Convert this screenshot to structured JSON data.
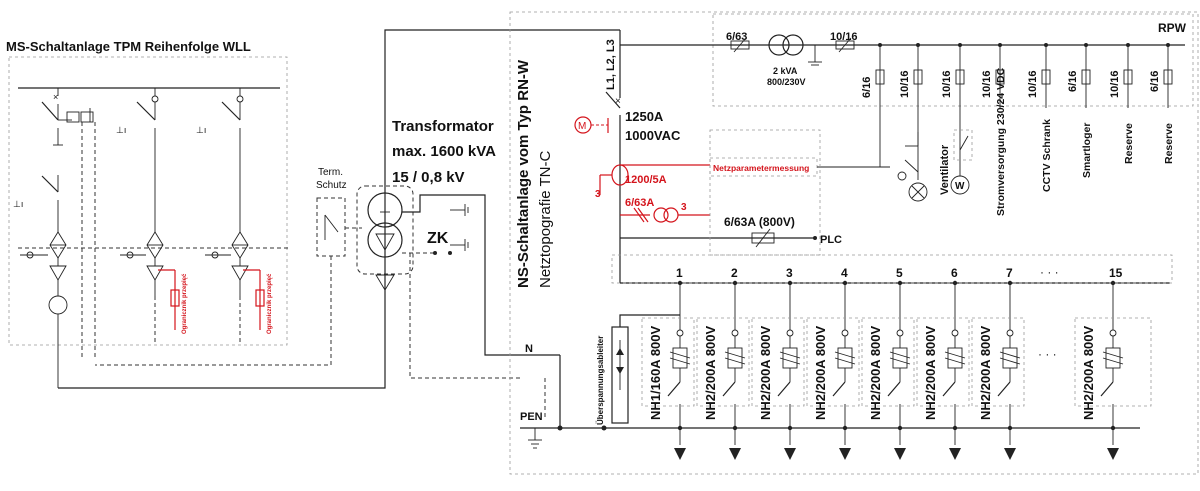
{
  "colors": {
    "line": "#222222",
    "accent_red": "#d4141c",
    "frame": "#999999"
  },
  "ms": {
    "title": "MS-Schaltanlage TPM Reihenfolge WLL",
    "limiter_label": "Ogranicznik przepięć"
  },
  "transformer": {
    "line1": "Transformator",
    "line2": "max. 1600 kVA",
    "line3": "15 / 0,8 kV",
    "term_line1": "Term.",
    "term_line2": "Schutz",
    "zk": "ZK"
  },
  "ns": {
    "title": "NS-Schaltanlage vom Typ RN-W",
    "subtitle": "Netztopografie TN-C",
    "phases": "L1, L2, L3",
    "breaker_rating": "1250A",
    "breaker_voltage": "1000VAC",
    "motor_symbol": "M",
    "ct_main": "1200/5A",
    "ct_aux": "6/63A",
    "ct_count_left": "3",
    "ct_count_right": "3",
    "netzparameter": "Netzparametermessung",
    "plc_fuse": "6/63A (800V)",
    "plc": "PLC",
    "n_label": "N",
    "pen_label": "PEN",
    "surge_label": "Überspannungsableiter"
  },
  "rpw": {
    "title": "RPW",
    "fuse_in": "6/63",
    "fuse_out": "10/16",
    "trafo_rating": "2 kVA",
    "trafo_voltage": "800/230V",
    "branches": [
      {
        "fuse": "6/16",
        "label": ""
      },
      {
        "fuse": "10/16",
        "label": ""
      },
      {
        "fuse": "10/16",
        "label": "Ventilator"
      },
      {
        "fuse": "10/16",
        "label": "Stromversorgung 230/24 VDC"
      },
      {
        "fuse": "10/16",
        "label": "CCTV Schrank"
      },
      {
        "fuse": "6/16",
        "label": "Smartloger"
      },
      {
        "fuse": "10/16",
        "label": "Reserve"
      },
      {
        "fuse": "6/16",
        "label": "Reserve"
      }
    ],
    "fan_symbol": "W"
  },
  "feeders": {
    "numbers": [
      "1",
      "2",
      "3",
      "4",
      "5",
      "6",
      "7",
      "15"
    ],
    "ellipsis": "· · ·",
    "labels": [
      "NH1/160A 800V",
      "NH2/200A 800V",
      "NH2/200A 800V",
      "NH2/200A 800V",
      "NH2/200A 800V",
      "NH2/200A 800V",
      "NH2/200A 800V",
      "NH2/200A 800V"
    ]
  }
}
